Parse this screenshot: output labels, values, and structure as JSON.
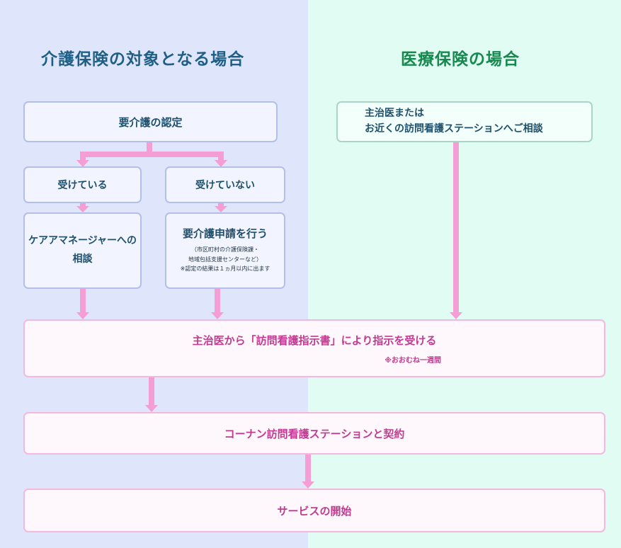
{
  "left_column": {
    "title": "介護保険の対象となる場合",
    "nintei": "要介護の認定",
    "uketeiru": "受けている",
    "uketeinai": "受けていない",
    "care_manager": [
      "ケアアマネージャーへの",
      "相談"
    ],
    "shinsei": {
      "title": "要介護申請を行う",
      "note_lines": [
        "（市区町村の介護保険課・",
        "地域包括支援センターなど）"
      ],
      "note2": "※認定の結果は１ヵ月以内に出ます"
    }
  },
  "right_column": {
    "title": "医療保険の場合",
    "consult_lines": [
      "主治医または",
      "お近くの訪問看護ステーションへご相談"
    ]
  },
  "flow": {
    "shiji": "主治医から「訪問看護指示書」により指示を受ける",
    "shiji_sub": "※おおむね一週間",
    "keiyaku": "コーナン訪問看護ステーションと契約",
    "start": "サービスの開始"
  },
  "colors": {
    "left_bg": "#dfe6fc",
    "right_bg": "#e0fcf3",
    "left_title": "#1f5f86",
    "right_title": "#16894f",
    "arrow": "#f59ed6",
    "pink_text": "#c03c90"
  }
}
